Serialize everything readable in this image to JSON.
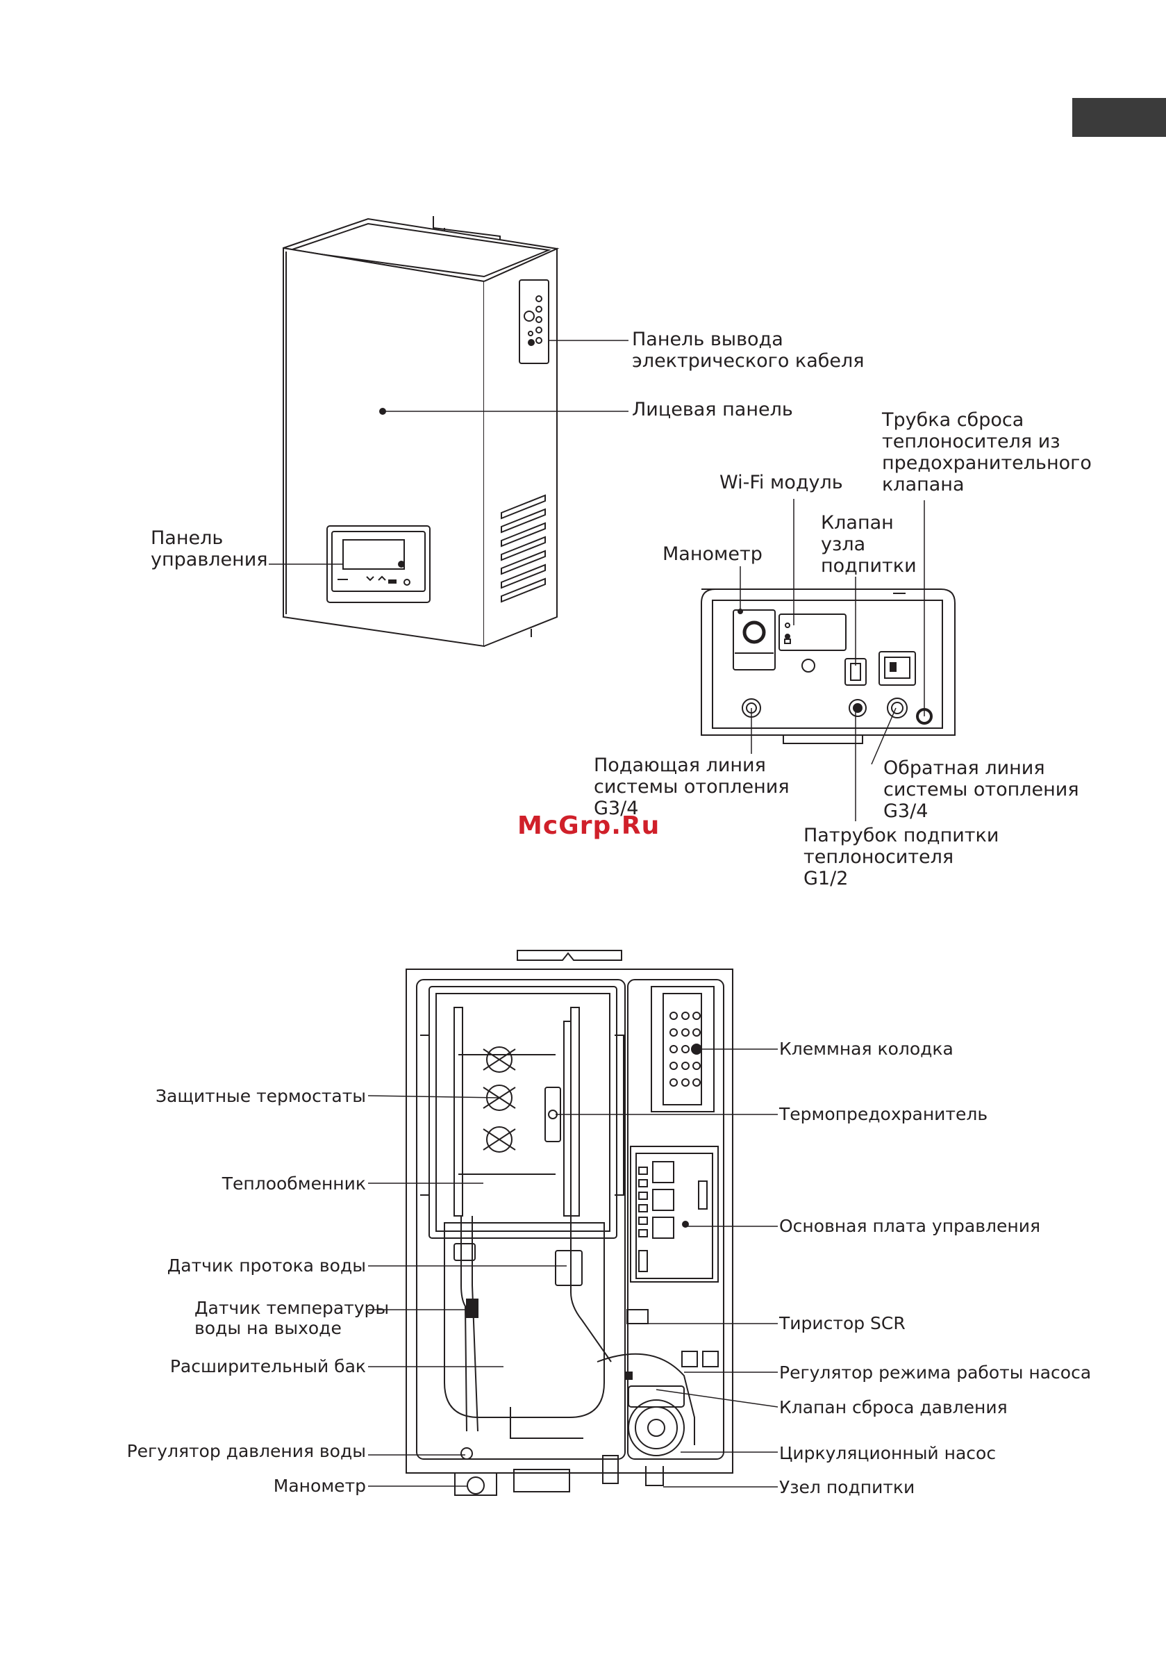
{
  "watermark": "McGrp.Ru",
  "figure_top": {
    "labels": {
      "cable_panel": "Панель вывода\nэлектрического кабеля",
      "front_panel": "Лицевая панель",
      "control_panel": "Панель\nуправления"
    }
  },
  "figure_bottom_view": {
    "labels": {
      "relief_tube": "Трубка сброса\nтеплоносителя из\nпредохранительного\nклапана",
      "wifi_module": "Wi-Fi модуль",
      "fill_valve": "Клапан\nузла\nподпитки",
      "manometer": "Манометр",
      "supply_line": "Подающая линия\nсистемы отопления\nG3/4",
      "return_line": "Обратная линия\nсистемы отопления\nG3/4",
      "fill_pipe": "Патрубок подпитки\nтеплоносителя\nG1/2"
    }
  },
  "figure_internal": {
    "left_labels": [
      "Защитные термостаты",
      "Теплообменник",
      "Датчик протока воды",
      "Датчик температуры\nводы на выходе",
      "Расширительный бак",
      "Регулятор давления воды",
      "Манометр"
    ],
    "right_labels": [
      "Клеммная колодка",
      "Термопредохранитель",
      "Основная плата управления",
      "Тиристор SCR",
      "Регулятор режима работы насоса",
      "Клапан сброса давления",
      "Циркуляционный насос",
      "Узел подпитки"
    ]
  }
}
